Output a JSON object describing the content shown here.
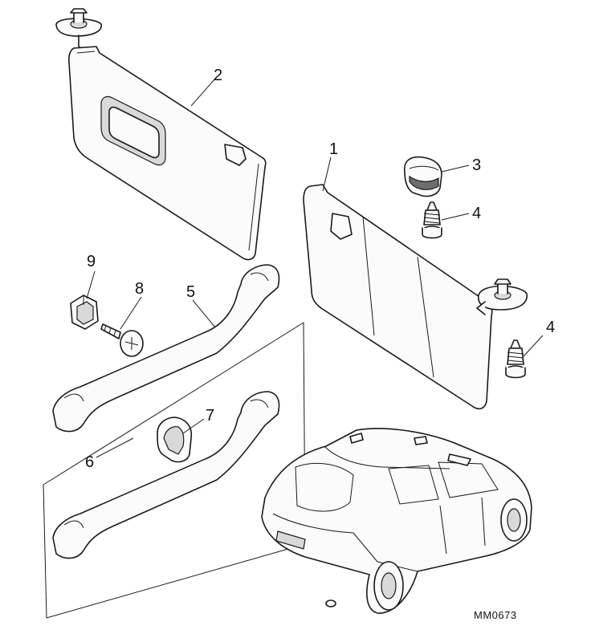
{
  "diagram": {
    "reference_code": "MM0673",
    "callouts": {
      "sun_visor_right": "1",
      "sun_visor_left": "2",
      "visor_clip": "3",
      "screw_clip": "4",
      "screw_visor": "4",
      "grab_handle": "5",
      "grab_handle_kit": "6",
      "handle_cover": "7",
      "handle_screw": "8",
      "spire_nut": "9"
    }
  }
}
